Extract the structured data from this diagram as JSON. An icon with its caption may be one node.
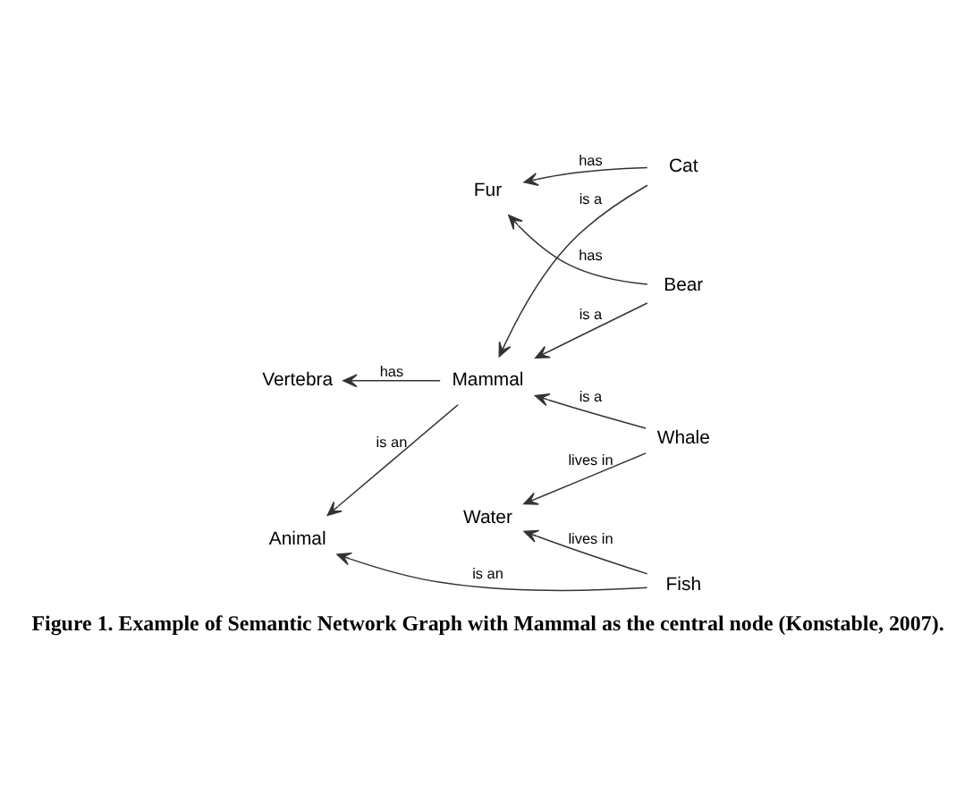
{
  "diagram": {
    "caption": "Figure 1. Example of Semantic Network Graph with Mammal as the central node (Konstable, 2007).",
    "nodes": [
      {
        "text": [
          "Vertebra"
        ]
      },
      {
        "text": [
          "Cat"
        ]
      },
      {
        "text": [
          "Fur"
        ]
      },
      {
        "text": [
          "Animal"
        ]
      },
      {
        "text": [
          "Mammal"
        ]
      },
      {
        "text": [
          "Bear"
        ]
      },
      {
        "text": [
          "Whale"
        ]
      },
      {
        "text": [
          "Fish"
        ]
      },
      {
        "text": [
          "Water"
        ]
      }
    ],
    "edges": [
      {
        "from": 1,
        "to": 2,
        "arrow": "to",
        "label": "has"
      },
      {
        "from": 4,
        "to": 0,
        "arrow": "to",
        "label": "has"
      },
      {
        "from": 1,
        "to": 4,
        "arrow": "to",
        "label": "is a"
      },
      {
        "from": 5,
        "to": 2,
        "arrow": "to",
        "label": "has"
      },
      {
        "from": 4,
        "to": 3,
        "arrow": "to",
        "label": "is an"
      },
      {
        "from": 5,
        "to": 4,
        "arrow": "to",
        "label": "is a"
      },
      {
        "from": 6,
        "to": 4,
        "arrow": "to",
        "label": "is a"
      },
      {
        "from": 7,
        "to": 3,
        "arrow": "to",
        "label": "is an"
      },
      {
        "from": 6,
        "to": 8,
        "arrow": "to",
        "label": "lives in"
      },
      {
        "from": 7,
        "to": 8,
        "arrow": "to",
        "label": "lives in"
      }
    ]
  }
}
